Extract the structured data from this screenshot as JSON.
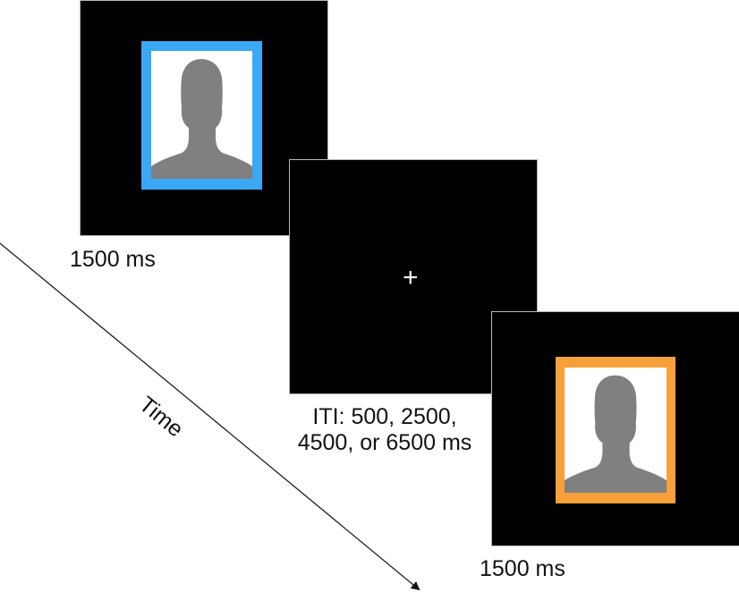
{
  "trials": [
    {
      "id": "stimulus-1",
      "frame_color": "#3aa8f5",
      "duration_label": "1500 ms",
      "content": "face-silhouette"
    },
    {
      "id": "iti",
      "fixation_symbol": "+",
      "duration_label_line1": "ITI: 500, 2500,",
      "duration_label_line2": "4500, or 6500 ms"
    },
    {
      "id": "stimulus-2",
      "frame_color": "#f7a039",
      "duration_label": "1500 ms",
      "content": "face-silhouette"
    }
  ],
  "axis": {
    "label": "Time",
    "icon": "arrow-down-right-icon"
  },
  "colors": {
    "screen_background": "#000000",
    "silhouette": "#808080",
    "photo_background": "#ffffff"
  }
}
